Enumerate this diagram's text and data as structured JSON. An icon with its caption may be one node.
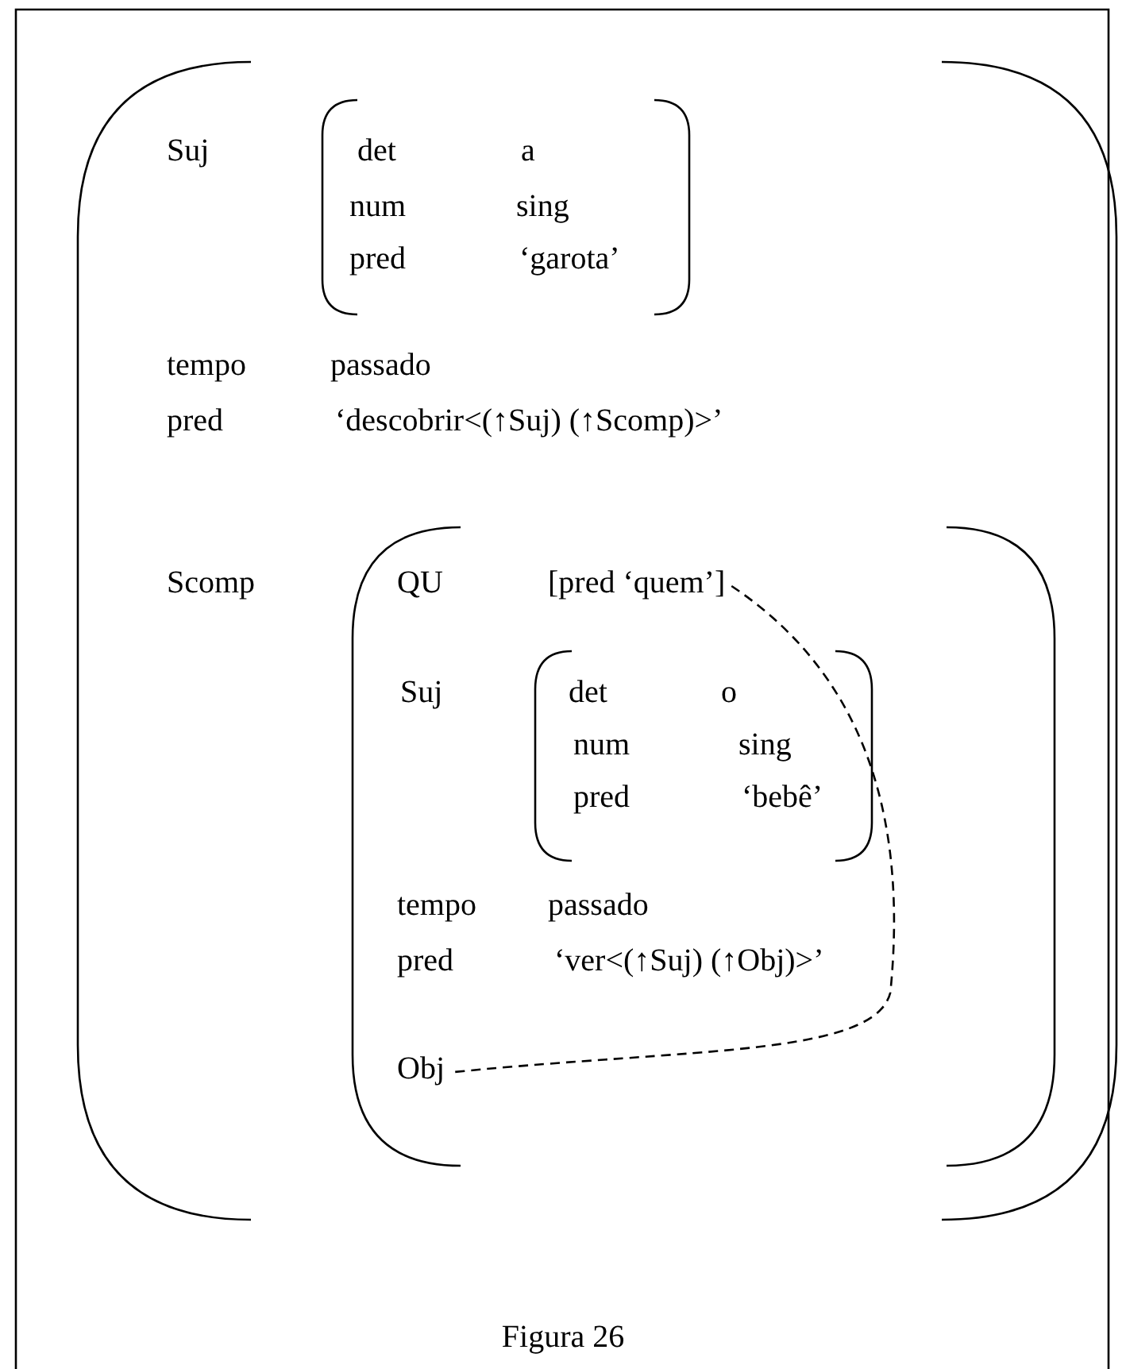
{
  "diagram": {
    "caption": "Figura 26",
    "nodes": [
      {
        "text": [
          "[pred ‘quem’]"
        ]
      },
      {
        "text": [
          "Obj"
        ]
      }
    ],
    "edges": [
      {
        "from": 0,
        "to": 1,
        "arrow": "none",
        "style": "dashed"
      }
    ],
    "labels": [
      "Suj",
      "det",
      "a",
      "num",
      "sing",
      "pred",
      "‘garota’",
      "tempo",
      "passado",
      "pred",
      "‘descobrir<(↑Suj) (↑Scomp)>’",
      "Scomp",
      "QU",
      "Suj",
      "det",
      "o",
      "num",
      "sing",
      "pred",
      "‘bebê’",
      "tempo",
      "passado",
      "pred",
      "‘ver<(↑Suj) (↑Obj)>’"
    ]
  }
}
